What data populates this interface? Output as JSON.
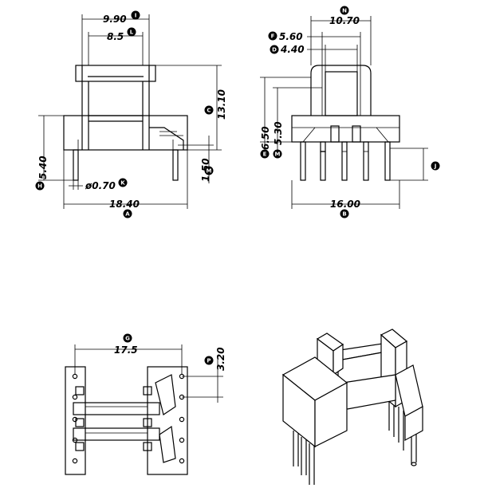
{
  "dimensions": {
    "A": {
      "tag": "A",
      "value": "18.40"
    },
    "B": {
      "tag": "B",
      "value": "16.00"
    },
    "C": {
      "tag": "C",
      "value": "13.10"
    },
    "D": {
      "tag": "D",
      "value": "4.40"
    },
    "E": {
      "tag": "E",
      "value": "6.50"
    },
    "F": {
      "tag": "F",
      "value": "5.60"
    },
    "G": {
      "tag": "G",
      "value": "17.5"
    },
    "H": {
      "tag": "H",
      "value": "5.40"
    },
    "I": {
      "tag": "I",
      "value": "9.90"
    },
    "J": {
      "tag": "J",
      "value": ""
    },
    "K": {
      "tag": "K",
      "value": "ø0.70"
    },
    "L": {
      "tag": "L",
      "value": "8.5"
    },
    "M": {
      "tag": "M",
      "value": "1.50"
    },
    "N": {
      "tag": "N",
      "value": "10.70"
    },
    "O": {
      "tag": "M",
      "value": "5.30"
    },
    "P": {
      "tag": "P",
      "value": "3.20"
    }
  }
}
